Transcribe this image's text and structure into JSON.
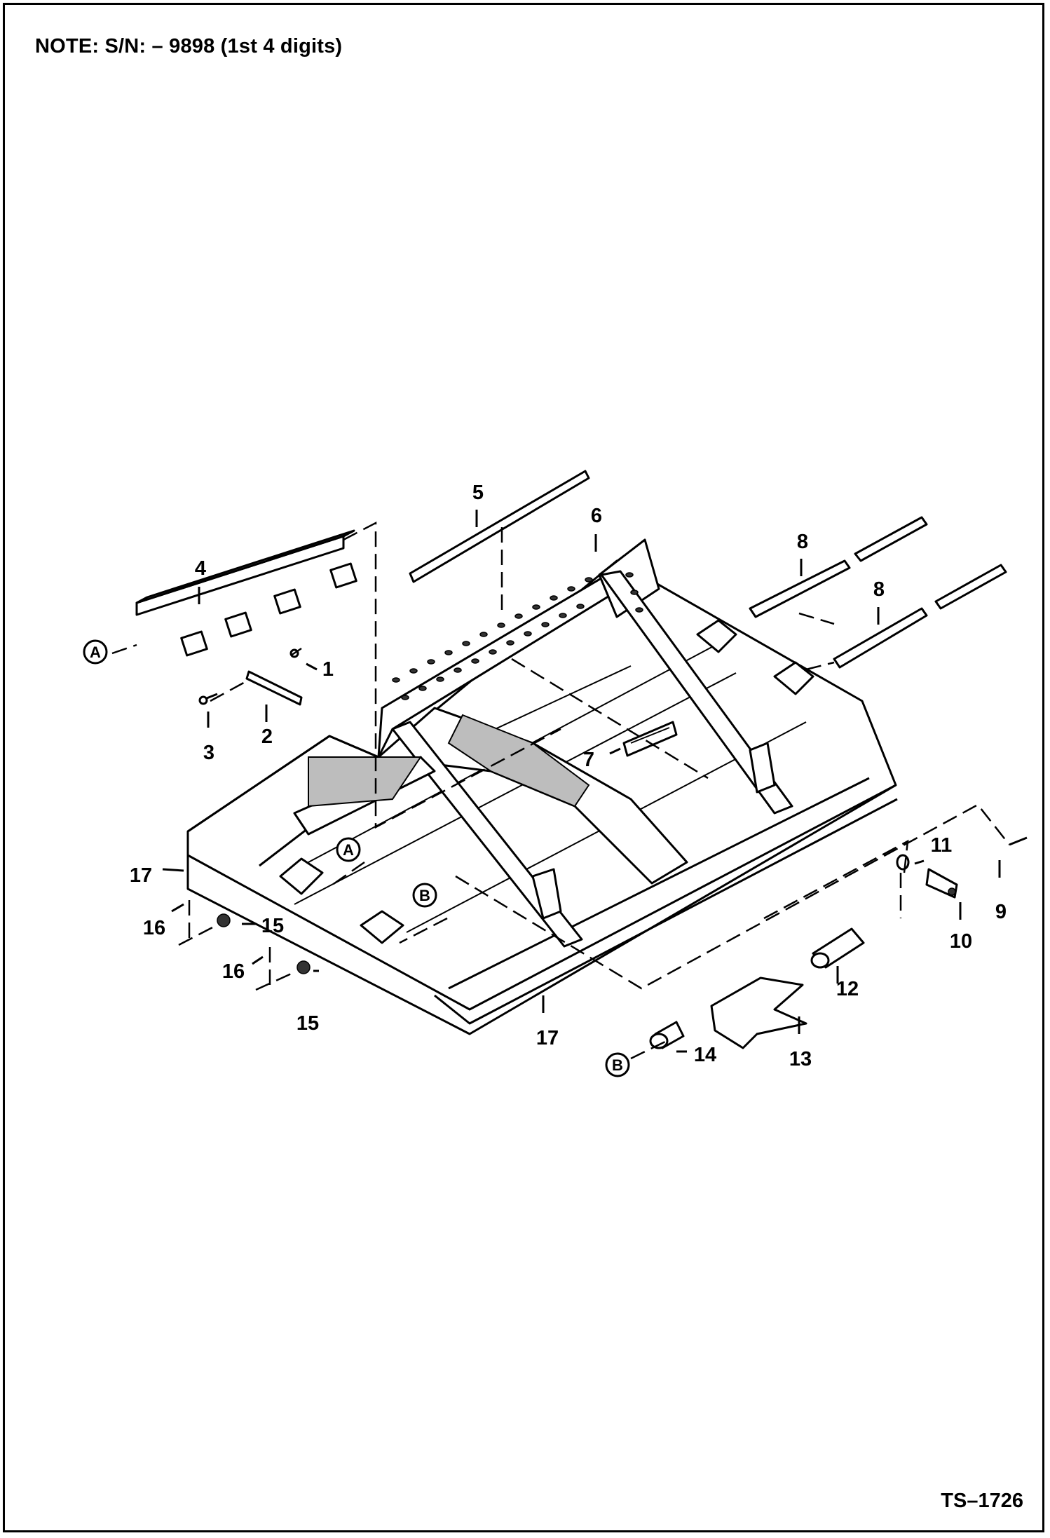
{
  "header": {
    "note": "NOTE:  S/N: – 9898 (1st 4 digits)"
  },
  "footer": {
    "drawing_code": "TS–1726"
  },
  "callouts": {
    "c1": "1",
    "c2": "2",
    "c3": "3",
    "c4": "4",
    "c5": "5",
    "c6": "6",
    "c7": "7",
    "c8a": "8",
    "c8b": "8",
    "c9": "9",
    "c10": "10",
    "c11": "11",
    "c12": "12",
    "c13": "13",
    "c14": "14",
    "c15a": "15",
    "c15b": "15",
    "c16a": "16",
    "c16b": "16",
    "c17a": "17",
    "c17b": "17"
  },
  "references": {
    "a_left": "A",
    "a_frame": "A",
    "b_frame": "B",
    "b_bottom": "B"
  }
}
